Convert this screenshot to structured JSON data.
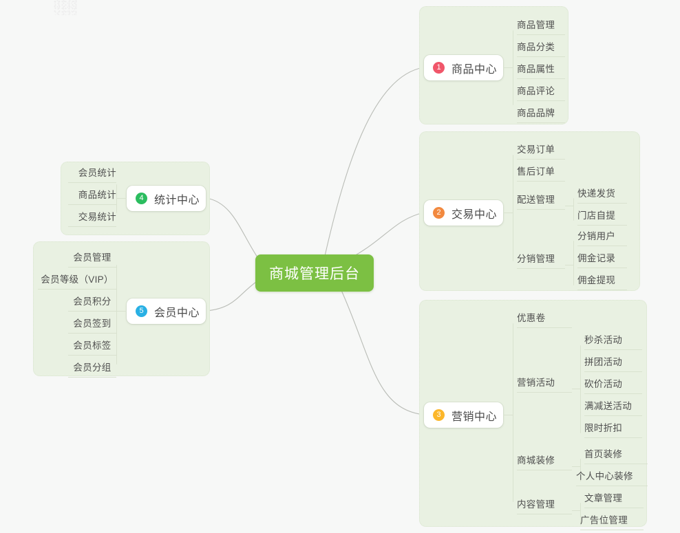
{
  "root": {
    "label": "商城管理后台",
    "color": "#7cc043"
  },
  "branches": [
    {
      "id": "product",
      "num": "1",
      "label": "商品中心",
      "badge_color": "#f0566a",
      "children": [
        {
          "label": "商品管理"
        },
        {
          "label": "商品分类"
        },
        {
          "label": "商品属性"
        },
        {
          "label": "商品评论"
        },
        {
          "label": "商品品牌"
        }
      ]
    },
    {
      "id": "trade",
      "num": "2",
      "label": "交易中心",
      "badge_color": "#f2893f",
      "children": [
        {
          "label": "交易订单"
        },
        {
          "label": "售后订单"
        },
        {
          "label": "配送管理",
          "children": [
            {
              "label": "快递发货"
            },
            {
              "label": "门店自提"
            }
          ]
        },
        {
          "label": "分销管理",
          "children": [
            {
              "label": "分销用户"
            },
            {
              "label": "佣金记录"
            },
            {
              "label": "佣金提现"
            }
          ]
        }
      ]
    },
    {
      "id": "marketing",
      "num": "3",
      "label": "营销中心",
      "badge_color": "#fcb72b",
      "children": [
        {
          "label": "优惠卷"
        },
        {
          "label": "营销活动",
          "children": [
            {
              "label": "秒杀活动"
            },
            {
              "label": "拼团活动"
            },
            {
              "label": "砍价活动"
            },
            {
              "label": "满减送活动"
            },
            {
              "label": "限时折扣"
            }
          ]
        },
        {
          "label": "商城装修",
          "children": [
            {
              "label": "首页装修"
            },
            {
              "label": "个人中心装修"
            }
          ]
        },
        {
          "label": "内容管理",
          "children": [
            {
              "label": "文章管理"
            },
            {
              "label": "广告位管理"
            }
          ]
        }
      ]
    },
    {
      "id": "stats",
      "num": "4",
      "label": "统计中心",
      "badge_color": "#2bbd5f",
      "children": [
        {
          "label": "会员统计"
        },
        {
          "label": "商品统计"
        },
        {
          "label": "交易统计"
        }
      ]
    },
    {
      "id": "member",
      "num": "5",
      "label": "会员中心",
      "badge_color": "#29b0e4",
      "children": [
        {
          "label": "会员管理"
        },
        {
          "label": "会员等级（VIP）"
        },
        {
          "label": "会员积分"
        },
        {
          "label": "会员签到"
        },
        {
          "label": "会员标签"
        },
        {
          "label": "会员分组"
        }
      ]
    }
  ]
}
